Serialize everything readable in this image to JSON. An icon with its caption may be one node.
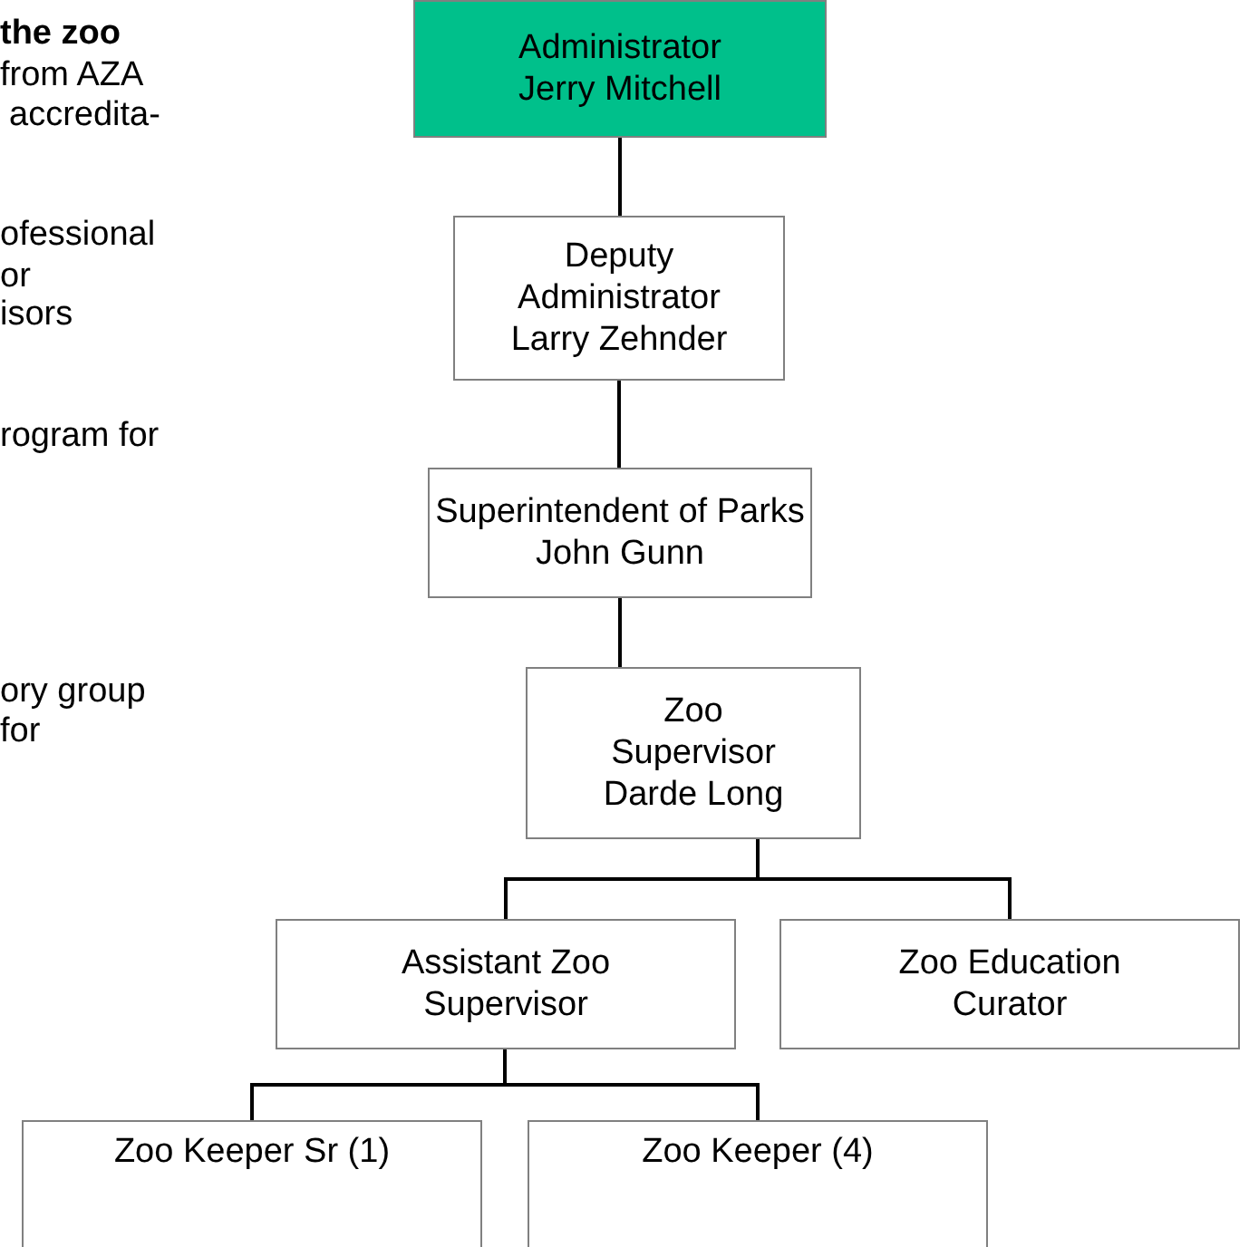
{
  "diagram": {
    "nodes": [
      {
        "text": [
          "Administrator",
          "Jerry Mitchell"
        ]
      },
      {
        "text": [
          "Deputy Administrator",
          "Larry Zehnder"
        ]
      },
      {
        "text": [
          "Superintendent of Parks",
          "John Gunn"
        ]
      },
      {
        "text": [
          "Zoo Supervisor",
          "Darde Long"
        ]
      },
      {
        "text": [
          "Assistant Zoo Supervisor"
        ]
      },
      {
        "text": [
          "Zoo Education Curator"
        ]
      },
      {
        "text": [
          "Zoo Keeper Sr (1)"
        ]
      },
      {
        "text": [
          "Zoo Keeper (4)"
        ]
      }
    ],
    "edges": [
      {
        "from": 0,
        "to": 1,
        "arrow": "none"
      },
      {
        "from": 1,
        "to": 2,
        "arrow": "none"
      },
      {
        "from": 2,
        "to": 3,
        "arrow": "none"
      },
      {
        "from": 3,
        "to": 4,
        "arrow": "none"
      },
      {
        "from": 3,
        "to": 5,
        "arrow": "none"
      },
      {
        "from": 4,
        "to": 6,
        "arrow": "none"
      },
      {
        "from": 4,
        "to": 7,
        "arrow": "none"
      }
    ],
    "labels": [
      "the zoo",
      "from AZA",
      "accredita-",
      "ofessional",
      "or",
      "isors",
      "rogram for",
      "ory group",
      "for"
    ]
  }
}
